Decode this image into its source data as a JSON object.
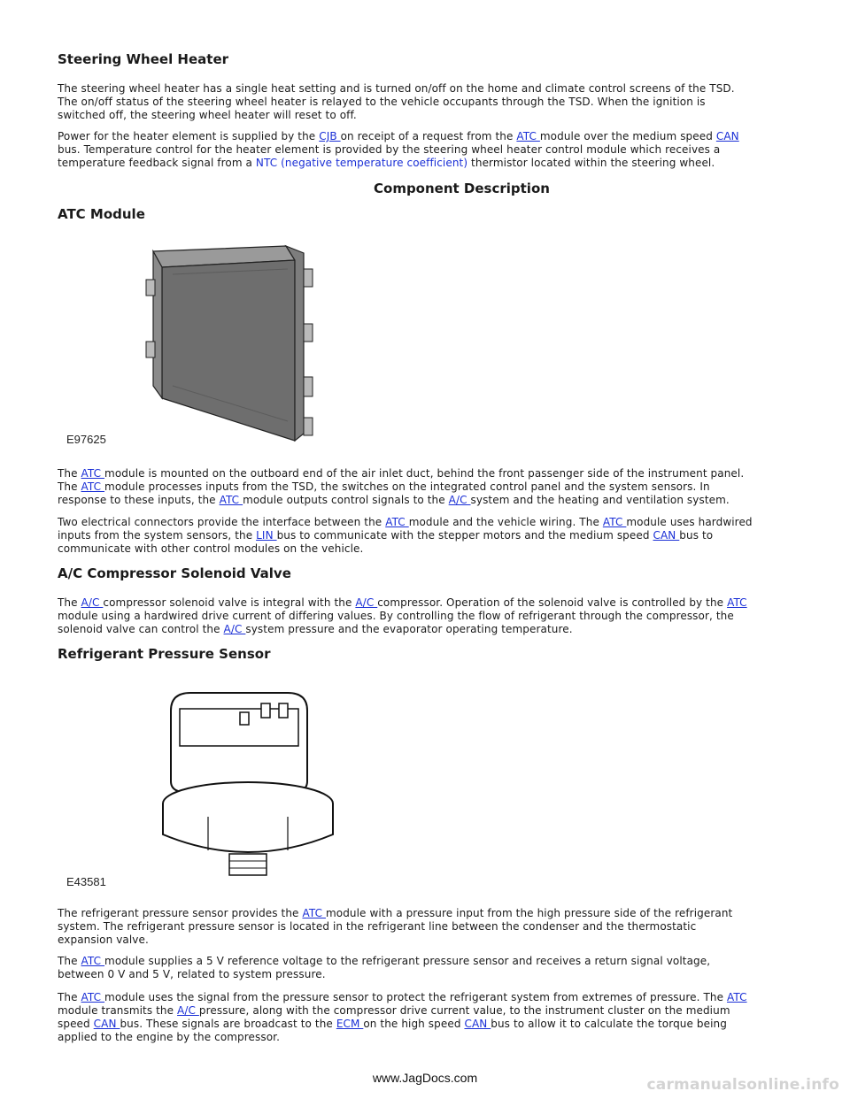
{
  "sections": {
    "steering": {
      "title": "Steering Wheel Heater",
      "p1": [
        "The steering wheel heater has a single heat setting and is turned on/off on the home and climate control screens of the TSD.",
        "The on/off status of the steering wheel heater is relayed to the vehicle occupants through the TSD. When the ignition is",
        "switched off, the steering wheel heater will reset to off."
      ],
      "p2": {
        "l1a": "Power for the heater element is supplied by the ",
        "l1_cjb": "CJB ",
        "l1b": "on receipt of a request from the ",
        "l1_atc": "ATC ",
        "l1c": "module over the medium speed ",
        "l1_can": "CAN",
        "l2": "bus. Temperature control for the heater element is provided by the steering wheel heater control module which receives a",
        "l3a": "temperature feedback signal from a ",
        "l3_ntc": "NTC (negative temperature coefficient)",
        "l3b": " thermistor located within the steering wheel."
      }
    },
    "component_description": "Component Description",
    "atc": {
      "title": "ATC Module",
      "figure_label": "E97625",
      "p1": {
        "l1a": "The ",
        "l1_atc": "ATC ",
        "l1b": "module is mounted on the outboard end of the air inlet duct, behind the front passenger side of the instrument panel.",
        "l2a": "The ",
        "l2_atc": "ATC ",
        "l2b": "module processes inputs from the TSD, the switches on the integrated control panel and the system sensors. In",
        "l3a": "response to these inputs, the ",
        "l3_atc": "ATC ",
        "l3b": "module outputs control signals to the ",
        "l3_ac": "A/C ",
        "l3c": "system and the heating and ventilation system."
      },
      "p2": {
        "l1a": "Two electrical connectors provide the interface between the ",
        "l1_atc": "ATC ",
        "l1b": "module and the vehicle wiring. The ",
        "l1_atc2": "ATC ",
        "l1c": "module uses hardwired",
        "l2a": "inputs from the system sensors, the ",
        "l2_lin": "LIN ",
        "l2b": "bus to communicate with the stepper motors and the medium speed ",
        "l2_can": "CAN ",
        "l2c": "bus to",
        "l3": "communicate with other control modules on the vehicle."
      }
    },
    "solenoid": {
      "title": "A/C Compressor Solenoid Valve",
      "p1": {
        "l1a": "The ",
        "l1_ac": "A/C ",
        "l1b": "compressor solenoid valve is integral with the ",
        "l1_ac2": "A/C ",
        "l1c": "compressor. Operation of the solenoid valve is controlled by the ",
        "l1_atc": "ATC",
        "l2": "module using a hardwired drive current of differing values. By controlling the flow of refrigerant through the compressor, the",
        "l3a": "solenoid valve can control the ",
        "l3_ac": "A/C ",
        "l3b": "system pressure and the evaporator operating temperature."
      }
    },
    "pressure": {
      "title": "Refrigerant Pressure Sensor",
      "figure_label": "E43581",
      "p1": {
        "l1a": "The refrigerant pressure sensor provides the ",
        "l1_atc": "ATC ",
        "l1b": "module with a pressure input from the high pressure side of the refrigerant",
        "l2": "system. The refrigerant pressure sensor is located in the refrigerant line between the condenser and the thermostatic",
        "l3": "expansion valve."
      },
      "p2": {
        "l1a": "The ",
        "l1_atc": "ATC ",
        "l1b": "module supplies a 5 V reference voltage to the refrigerant pressure sensor and receives a return signal voltage,",
        "l2": "between 0 V and 5 V, related to system pressure."
      },
      "p3": {
        "l1a": "The ",
        "l1_atc": "ATC ",
        "l1b": "module uses the signal from the pressure sensor to protect the refrigerant system from extremes of pressure. The ",
        "l1_atc2": "ATC",
        "l2a": "module transmits the ",
        "l2_ac": "A/C ",
        "l2b": "pressure, along with the compressor drive current value, to the instrument cluster on the medium",
        "l3a": "speed ",
        "l3_can": "CAN ",
        "l3b": "bus. These signals are broadcast to the ",
        "l3_ecm": "ECM ",
        "l3c": "on the high speed ",
        "l3_can2": "CAN ",
        "l3d": "bus to allow it to calculate the torque being",
        "l4": "applied to the engine by the compressor."
      }
    }
  },
  "footer": "www.JagDocs.com",
  "watermark": "carmanualsonline.info"
}
